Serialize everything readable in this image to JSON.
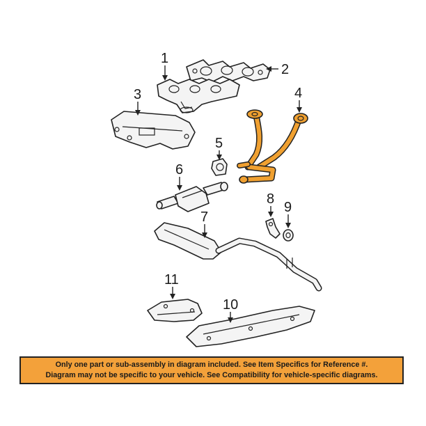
{
  "diagram": {
    "callouts": {
      "c1": "1",
      "c2": "2",
      "c3": "3",
      "c4": "4",
      "c5": "5",
      "c6": "6",
      "c7": "7",
      "c8": "8",
      "c9": "9",
      "c10": "10",
      "c11": "11"
    },
    "highlight_color": "#f0a030"
  },
  "notice": {
    "line1": "Only one part or sub-assembly in diagram included. See Item Specifics for Reference #.",
    "line2": "Diagram may not be specific to your vehicle. See Compatibility for vehicle-specific diagrams.",
    "background": "#f3a13a"
  }
}
